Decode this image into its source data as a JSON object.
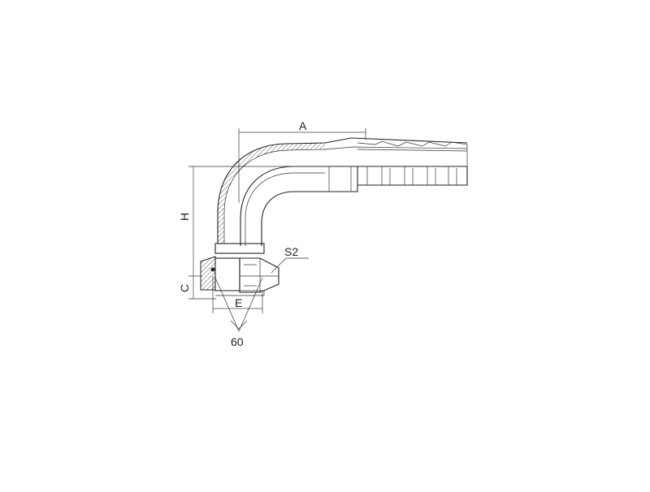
{
  "labels": {
    "a": "A",
    "h": "H",
    "c": "C",
    "e": "E",
    "s2": "S2",
    "angle": "60"
  }
}
